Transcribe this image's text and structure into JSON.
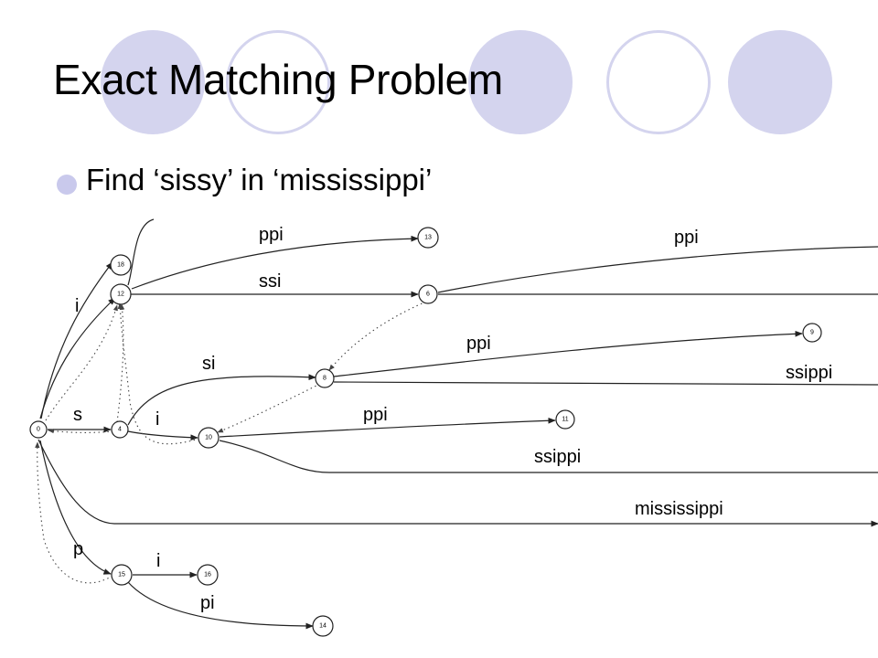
{
  "slide": {
    "title": "Exact Matching Problem",
    "bullet": "Find ‘sissy’ in ‘mississippi’"
  },
  "colors": {
    "accent": "#d4d4ee",
    "bullet": "#c9c9ec"
  },
  "tree": {
    "nodes": [
      "0",
      "4",
      "6",
      "8",
      "9",
      "10",
      "11",
      "12",
      "13",
      "14",
      "15",
      "16",
      "18"
    ],
    "edge_labels": [
      "ppi",
      "ppi",
      "ssi",
      "i",
      "ppi",
      "si",
      "ssippi",
      "s",
      "i",
      "ppi",
      "ssippi",
      "mississippi",
      "p",
      "i",
      "pi"
    ]
  }
}
